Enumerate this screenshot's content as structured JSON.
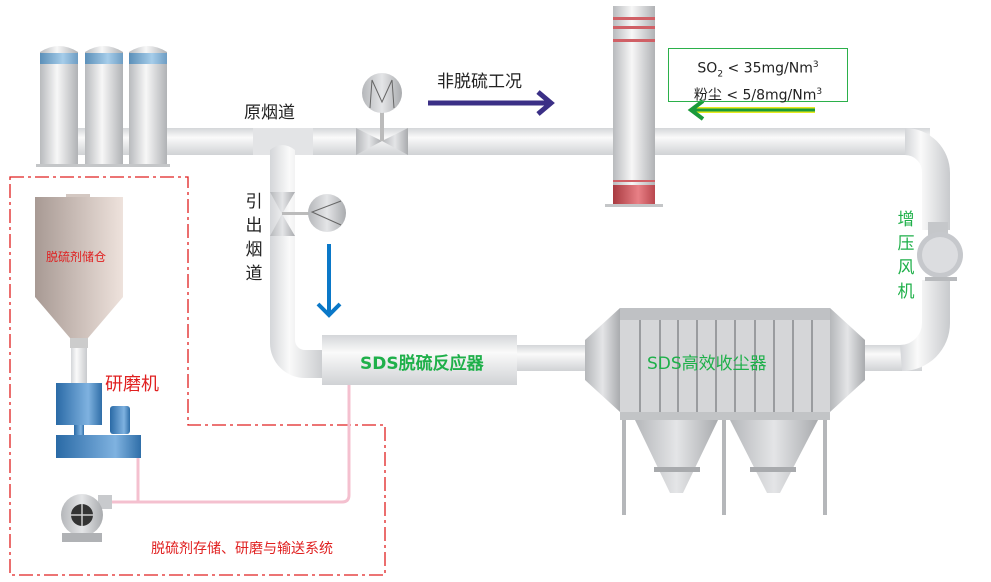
{
  "labels": {
    "raw_duct": "原烟道",
    "non_desulf": "非脱硫工况",
    "lead_out_duct": "引出烟道",
    "booster_fan": "增压风机",
    "reactor": "SDS脱硫反应器",
    "collector": "SDS高效收尘器",
    "silo": "脱硫剂储仓",
    "mill": "研磨机",
    "system": "脱硫剂存储、研磨与输送系统"
  },
  "emission": {
    "so2_prefix": "SO",
    "so2_sub": "2",
    "so2_value": " < 35mg/Nm",
    "dust_prefix": "粉尘",
    "dust_value": " < 5/8mg/Nm",
    "unit_sup": "3"
  },
  "colors": {
    "flow_arrow_purple": "#3b2f86",
    "clean_arrow_green": "#1a9a3a",
    "down_arrow_blue": "#0a78c8",
    "dashed_boundary": "#e02020",
    "label_green": "#1fb04a"
  }
}
